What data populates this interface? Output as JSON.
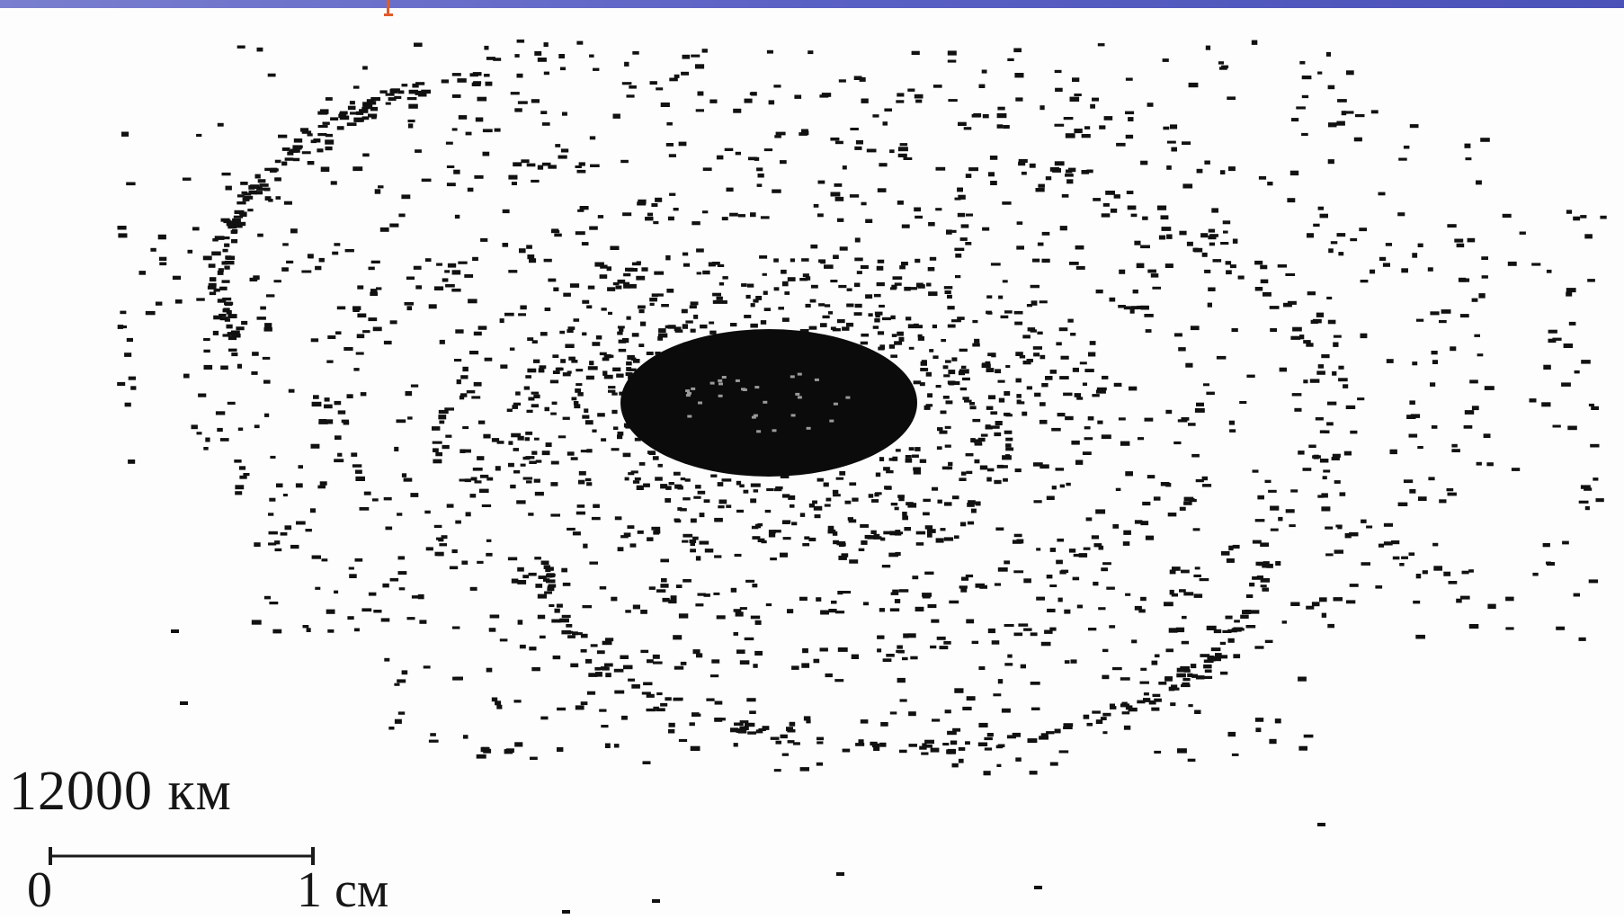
{
  "slide": {
    "header_color": "#5a61c4",
    "caret_color": "#e05b2b"
  },
  "map": {
    "dot_color": "#111111",
    "core_color": "#0b0b0b"
  },
  "scale": {
    "distance_label": "12000 км",
    "zero_label": "0",
    "unit_label": "1 см"
  }
}
